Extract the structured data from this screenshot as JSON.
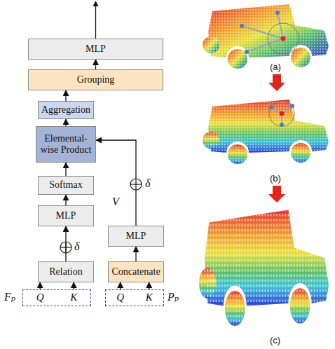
{
  "diagram": {
    "nodes": [
      {
        "text": [
          "MLP"
        ]
      },
      {
        "text": [
          "Grouping"
        ]
      },
      {
        "text": [
          "Aggregation"
        ]
      },
      {
        "text": [
          "Elemental-wise Product"
        ]
      },
      {
        "text": [
          "Softmax"
        ]
      },
      {
        "text": [
          "MLP"
        ]
      },
      {
        "text": [
          "MLP"
        ]
      },
      {
        "text": [
          "Relation"
        ]
      },
      {
        "text": [
          "Concatenate"
        ]
      },
      {
        "text": [
          "Q",
          "K"
        ]
      },
      {
        "text": [
          "Q",
          "K"
        ]
      }
    ],
    "edges": [
      {
        "from": 9,
        "to": 7,
        "arrow": "to"
      },
      {
        "from": 9,
        "to": 7,
        "arrow": "to"
      },
      {
        "from": 7,
        "to": 5,
        "arrow": "to"
      },
      {
        "from": 5,
        "to": 4,
        "arrow": "to"
      },
      {
        "from": 4,
        "to": 3,
        "arrow": "to"
      },
      {
        "from": 3,
        "to": 2,
        "arrow": "to"
      },
      {
        "from": 2,
        "to": 1,
        "arrow": "to"
      },
      {
        "from": 1,
        "to": 0,
        "arrow": "to"
      },
      {
        "from": 10,
        "to": 8,
        "arrow": "to"
      },
      {
        "from": 10,
        "to": 8,
        "arrow": "to"
      },
      {
        "from": 8,
        "to": 6,
        "arrow": "to"
      },
      {
        "from": 6,
        "to": 3,
        "arrow": "to"
      }
    ],
    "labels": [
      "δ",
      "V",
      "δ",
      "Fₚ",
      "Pₚ",
      "(a)",
      "(b)",
      "(c)"
    ]
  }
}
